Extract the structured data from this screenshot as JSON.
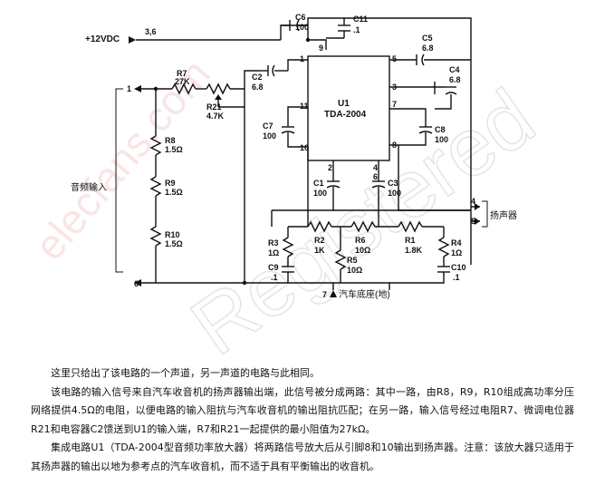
{
  "circuit": {
    "supply": "+12VDC",
    "supply_pin": "3,6",
    "ic": {
      "ref": "U1",
      "part": "TDA-2004"
    },
    "pins": [
      "1",
      "2",
      "3",
      "4",
      "5",
      "6",
      "7",
      "8",
      "9",
      "10",
      "11"
    ],
    "components": {
      "C6": {
        "name": "C6",
        "value": "100"
      },
      "C11": {
        "name": "C11",
        "value": ".1"
      },
      "C5": {
        "name": "C5",
        "value": "6.8"
      },
      "C4": {
        "name": "C4",
        "value": "6.8"
      },
      "C2": {
        "name": "C2",
        "value": "6.8"
      },
      "R7": {
        "name": "R7",
        "value": "27K"
      },
      "R21": {
        "name": "R21",
        "value": "4.7K"
      },
      "C7": {
        "name": "C7",
        "value": "100"
      },
      "C8": {
        "name": "C8",
        "value": "100"
      },
      "R8": {
        "name": "R8",
        "value": "1.5Ω"
      },
      "R9": {
        "name": "R9",
        "value": "1.5Ω"
      },
      "R10": {
        "name": "R10",
        "value": "1.5Ω"
      },
      "C1": {
        "name": "C1",
        "value": "100"
      },
      "C3": {
        "name": "C3",
        "value": "100"
      },
      "R3": {
        "name": "R3",
        "value": "1Ω"
      },
      "R2": {
        "name": "R2",
        "value": "1K"
      },
      "R5": {
        "name": "R5",
        "value": "10Ω"
      },
      "R6": {
        "name": "R6",
        "value": "10Ω"
      },
      "R1": {
        "name": "R1",
        "value": "1.8K"
      },
      "R4": {
        "name": "R4",
        "value": "1Ω"
      },
      "C9": {
        "name": "C9",
        "value": ".1"
      },
      "C10": {
        "name": "C10",
        "value": ".1"
      }
    },
    "input_label": "音频输入",
    "speaker_label": "扬声器",
    "ground_label": "汽车底座(地)",
    "ground_pin": "7",
    "input_pins": {
      "top": "1",
      "bottom": "6"
    },
    "speaker_pins": {
      "top": "4",
      "bottom": "5"
    },
    "watermark_site": "elecfans.com",
    "watermark_brand": "Registered"
  },
  "description": [
    "这里只给出了该电路的一个声道，另一声道的电路与此相同。",
    "该电路的输入信号来自汽车收音机的扬声器输出端，此信号被分成两路：其中一路，由R8，R9，R10组成高功率分压网络提供4.5Ω的电阻，以便电路的输入阻抗与汽车收音机的输出阻抗匹配；在另一路，输入信号经过电阻R7、微调电位器R21和电容器C2馈送到U1的输入端，R7和R21一起提供的最小阻值为27kΩ。",
    "集成电路U1（TDA-2004型音频功率放大器）将两路信号放大后从引脚8和10输出到扬声器。注意：该放大器只适用于其扬声器的输出以地为参考点的汽车收音机，而不适于具有平衡输出的收音机。"
  ]
}
